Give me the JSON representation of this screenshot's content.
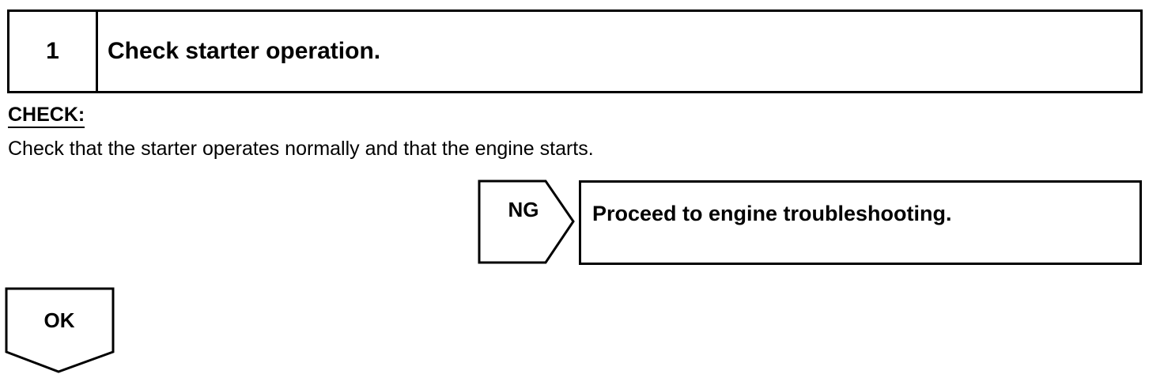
{
  "step": {
    "number": "1",
    "title": "Check starter operation."
  },
  "check": {
    "heading": "CHECK:",
    "text": "Check that the starter operates normally and that the engine starts."
  },
  "ng": {
    "label": "NG",
    "result": "Proceed to engine troubleshooting."
  },
  "ok": {
    "label": "OK"
  }
}
